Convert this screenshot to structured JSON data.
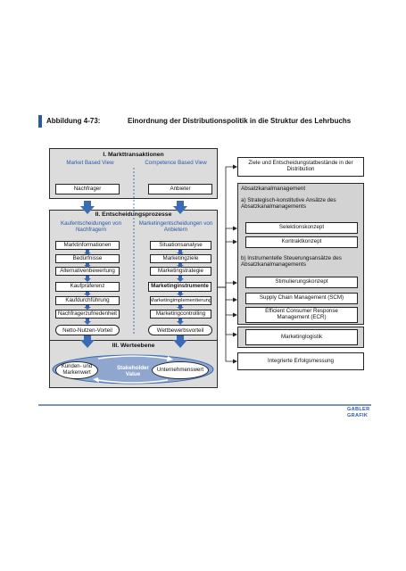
{
  "figure": {
    "number": "Abbildung 4-73:",
    "title": "Einordnung der Distributionspolitik in die Struktur des Lehrbuchs"
  },
  "left": {
    "section1": {
      "title": "I. Markttransaktionen",
      "view_left": "Market Based View",
      "view_right": "Competence Based View",
      "box_left": "Nachfrager",
      "box_right": "Anbieter"
    },
    "section2": {
      "title": "II. Entscheidungsprozesse",
      "head_left": "Kaufentscheidungen von Nachfragern",
      "head_right": "Marketingentscheidungen von Anbietern",
      "items_left": [
        "Marktinformationen",
        "Bedürfnisse",
        "Alternativenbewertung",
        "Kaufpräferenz",
        "Kaufdurchführung",
        "Nachfragerzufriedenheit"
      ],
      "items_right": [
        "Situationsanalyse",
        "Marketingziele",
        "Marketingstrategie",
        "Marketinginstrumente",
        "Marketingimplementierung",
        "Marketingcontrolling"
      ],
      "pill_left": "Netto-Nutzen-Vorteil",
      "pill_right": "Wettbewerbsvorteil"
    },
    "section3": {
      "title": "III. Werteebene",
      "oval_left": "Kunden- und Markenwert",
      "center": "Stakeholder Value",
      "oval_right": "Unternehmenswert"
    }
  },
  "right": {
    "top_box": "Ziele und Entscheidungstatbestände in der Distribution",
    "group_title": "Absatzkanalmanagement",
    "sub_a": "a) Strategisch-konstitutive Ansätze des Absatzkanalmanagements",
    "a_items": [
      "Selektionskonzept",
      "Kontraktkonzept"
    ],
    "sub_b": "b) Instrumentelle Steuerungsansätze des Absatzkanalmanagements",
    "b_items": [
      "Stimulierungskonzept",
      "Supply Chain Management (SCM)",
      "Efficient Consumer Response Management (ECR)"
    ],
    "logistik": "Marketinglogistik",
    "erfolg": "Integrierte Erfolgsmessung"
  },
  "logo": {
    "line1": "GABLER",
    "line2": "GRAFIK"
  },
  "colors": {
    "panel_fill": "#dcdcdc",
    "right_panel_fill": "#d3d3d3",
    "accent_blue": "#2a5aa5",
    "arrow_blue": "#3b6bb5",
    "oval_blue": "#8fa7cf",
    "rule_blue": "#7d92b8"
  }
}
